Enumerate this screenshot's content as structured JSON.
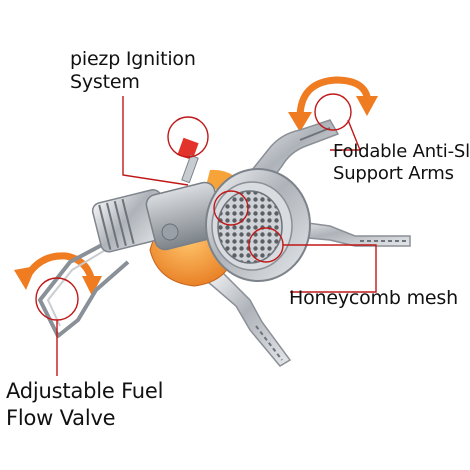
{
  "labels": {
    "ignition": {
      "line1": "piezp Ignition",
      "line2": "System"
    },
    "support_arms": {
      "line1": "Foldable Anti-Slip",
      "line2": "Support Arms"
    },
    "mesh": {
      "line1": "Honeycomb mesh"
    },
    "valve": {
      "line1": "Adjustable Fuel",
      "line2": "Flow Valve"
    }
  },
  "colors": {
    "callout_line": "#c01818",
    "rotation_arrow": "#f07c22",
    "steel": "#b9bec4",
    "orange_body": "#f39a2c"
  },
  "icons": [
    "rotation-arrow-icon"
  ]
}
